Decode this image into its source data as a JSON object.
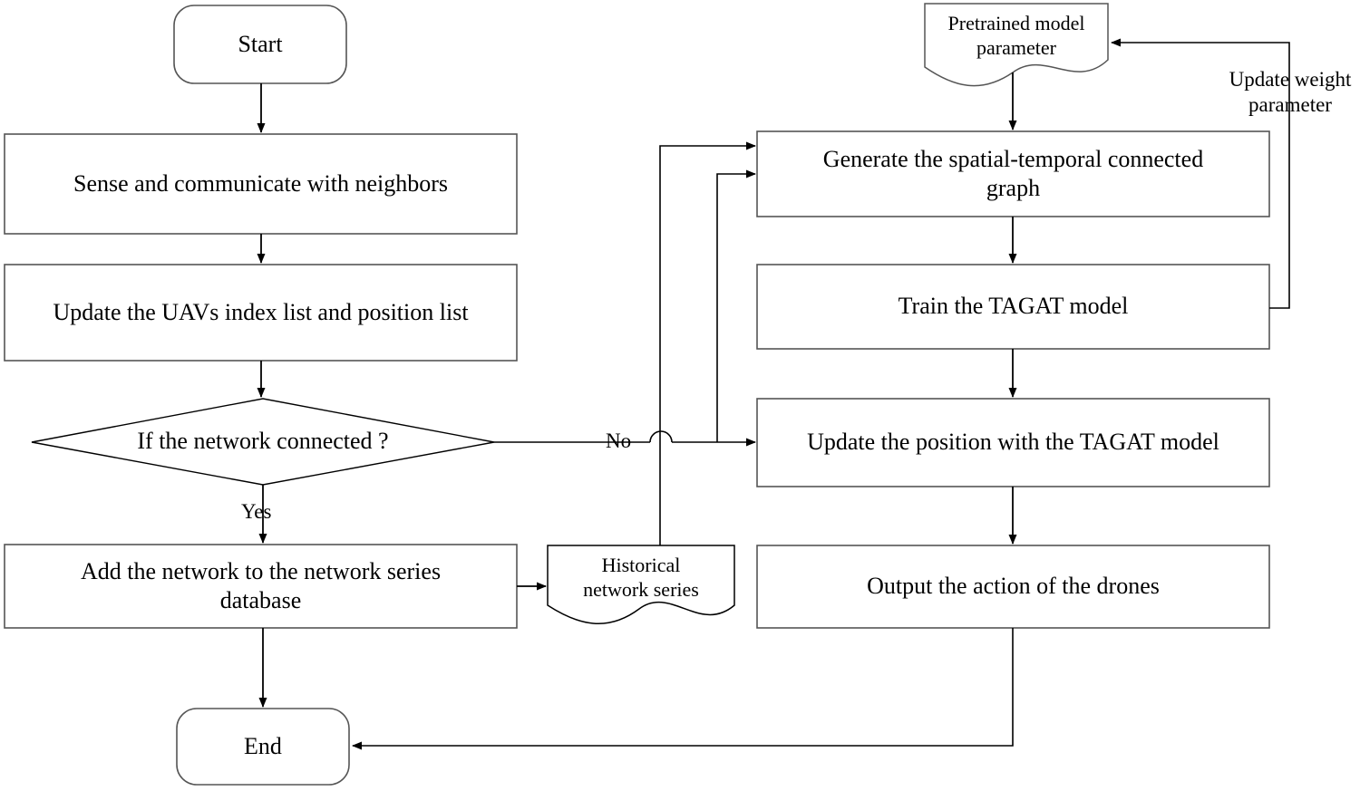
{
  "diagram": {
    "title": "UAV TAGAT network flowchart",
    "stroke_color": "#000000",
    "shape_fill": "#ffffff",
    "background": "#ffffff"
  },
  "nodes": [
    {
      "id": "start",
      "shape": "terminator",
      "label": "Start"
    },
    {
      "id": "sense",
      "shape": "process",
      "label": "Sense and communicate with neighbors"
    },
    {
      "id": "update_lists",
      "shape": "process",
      "label": "Update the UAVs index list and position list"
    },
    {
      "id": "decision",
      "shape": "decision",
      "label": "If the network connected ?"
    },
    {
      "id": "add_network",
      "shape": "process",
      "label": "Add the network to the network series database"
    },
    {
      "id": "end",
      "shape": "terminator",
      "label": "End"
    },
    {
      "id": "historical",
      "shape": "document",
      "label": "Historical network series"
    },
    {
      "id": "pretrained",
      "shape": "document",
      "label": "Pretrained model parameter"
    },
    {
      "id": "generate",
      "shape": "process",
      "label": "Generate the spatial-temporal connected graph"
    },
    {
      "id": "train",
      "shape": "process",
      "label": "Train the TAGAT model"
    },
    {
      "id": "update_pos",
      "shape": "process",
      "label": "Update the position with the TAGAT model"
    },
    {
      "id": "output",
      "shape": "process",
      "label": "Output the action of the drones"
    }
  ],
  "edges": [
    {
      "id": "e-start-sense",
      "from": "start",
      "to": "sense",
      "label": ""
    },
    {
      "id": "e-sense-update",
      "from": "sense",
      "to": "update_lists",
      "label": ""
    },
    {
      "id": "e-update-decision",
      "from": "update_lists",
      "to": "decision",
      "label": ""
    },
    {
      "id": "e-decision-yes",
      "from": "decision",
      "to": "add_network",
      "label": "Yes"
    },
    {
      "id": "e-decision-no",
      "from": "decision",
      "to": "update_pos",
      "label": "No"
    },
    {
      "id": "e-add-historical",
      "from": "add_network",
      "to": "historical",
      "label": ""
    },
    {
      "id": "e-add-end",
      "from": "add_network",
      "to": "end",
      "label": ""
    },
    {
      "id": "e-historical-generate",
      "from": "historical",
      "to": "generate",
      "label": ""
    },
    {
      "id": "e-pretrained-generate",
      "from": "pretrained",
      "to": "generate",
      "label": ""
    },
    {
      "id": "e-generate-train",
      "from": "generate",
      "to": "train",
      "label": ""
    },
    {
      "id": "e-train-pretrained",
      "from": "train",
      "to": "pretrained",
      "label": "Update weight parameter"
    },
    {
      "id": "e-updatepos-output",
      "from": "update_pos",
      "to": "output",
      "label": ""
    },
    {
      "id": "e-output-end",
      "from": "output",
      "to": "end",
      "label": ""
    }
  ],
  "labels": {
    "start": "Start",
    "sense": "Sense and communicate with neighbors",
    "update_lists": "Update the UAVs index list and position list",
    "decision": "If the network connected ?",
    "add_network_line1": "Add the network to the network series",
    "add_network_line2": "database",
    "end": "End",
    "historical_line1": "Historical",
    "historical_line2": "network series",
    "pretrained_line1": "Pretrained model",
    "pretrained_line2": "parameter",
    "generate_line1": "Generate the spatial-temporal connected",
    "generate_line2": "graph",
    "train": "Train the TAGAT model",
    "update_pos": "Update the position with the TAGAT model",
    "output": "Output the action of the drones",
    "yes": "Yes",
    "no": "No",
    "update_weight_line1": "Update weight",
    "update_weight_line2": "parameter"
  }
}
